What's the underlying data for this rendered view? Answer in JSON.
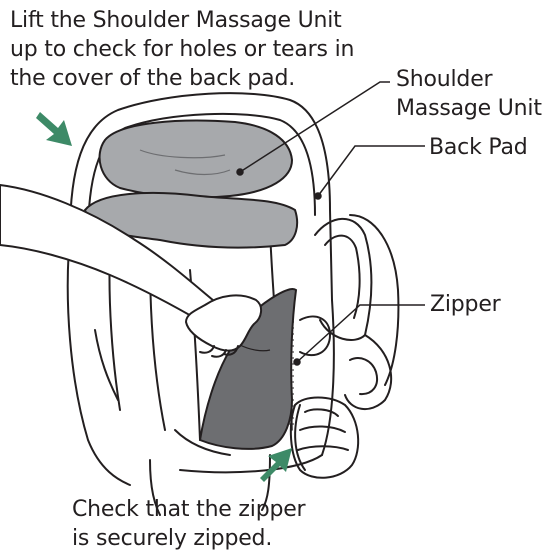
{
  "instructions": {
    "top": [
      "Lift the Shoulder Massage Unit",
      "up to check for holes or tears in",
      "the cover of the back pad."
    ],
    "bottom": [
      "Check that the zipper",
      "is securely zipped."
    ]
  },
  "labels": {
    "shoulder_unit": [
      "Shoulder",
      "Massage Unit"
    ],
    "back_pad": "Back Pad",
    "zipper": "Zipper"
  },
  "colors": {
    "arrow": "#3d8a67",
    "shoulder_unit_fill": "#a7a9ac",
    "cover_flap_fill": "#6d6e71",
    "outline": "#231f20"
  }
}
